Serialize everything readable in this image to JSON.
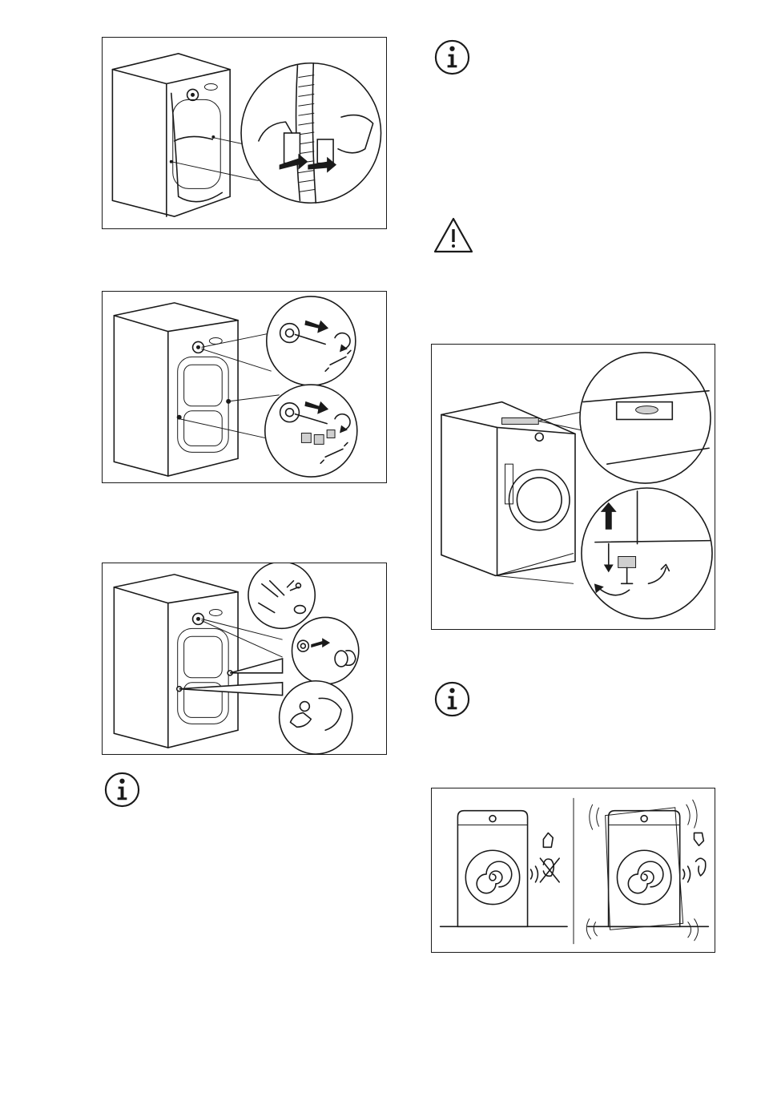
{
  "document": {
    "figures": [
      {
        "id": "fig-remove-hose-clip",
        "icon": "hose-clip-removal-illustration"
      },
      {
        "id": "fig-remove-transit-bolts",
        "icon": "transit-bolt-removal-illustration"
      },
      {
        "id": "fig-insert-plastic-caps",
        "icon": "plastic-cap-insertion-illustration"
      },
      {
        "id": "fig-leveling",
        "icon": "level-adjust-feet-illustration"
      },
      {
        "id": "fig-vibration-comparison",
        "icon": "vibration-noise-comparison-illustration"
      }
    ],
    "notices": [
      {
        "type": "info",
        "icon": "info-icon"
      },
      {
        "type": "warning",
        "icon": "warning-triangle-icon"
      },
      {
        "type": "info",
        "icon": "info-icon"
      },
      {
        "type": "info",
        "icon": "info-icon"
      }
    ]
  }
}
